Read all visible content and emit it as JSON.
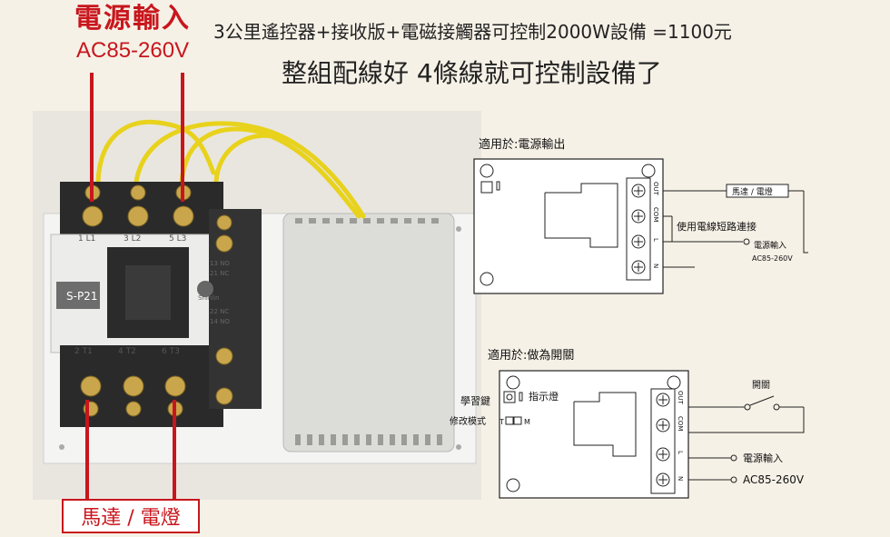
{
  "header": {
    "power_input": "電源輸入",
    "voltage": "AC85-260V",
    "product_line": "3公里遙控器+接收版+電磁接觸器可控制2000W設備 =1100元",
    "wiring_note": "整組配線好 4條線就可控制設備了"
  },
  "footer": {
    "motor_lamp": "馬達 / 電燈"
  },
  "contactor": {
    "model": "S-P21",
    "terminals_top": [
      "1 L1",
      "3 L2",
      "5 L3"
    ],
    "terminals_bottom": [
      "2 T1",
      "4 T2",
      "6 T3"
    ],
    "aux_top": [
      "13 NO",
      "21 NC"
    ],
    "aux_bottom": [
      "22 NC",
      "14 NO"
    ],
    "brand": "Shihlin"
  },
  "diagram1": {
    "title": "適用於:電源輸出",
    "terminals": [
      "OUT",
      "COM",
      "L",
      "N"
    ],
    "motor_label": "馬達 / 電燈",
    "short_note": "使用電線短路連接",
    "power_label": "電源輸入",
    "voltage": "AC85-260V"
  },
  "diagram2": {
    "title": "適用於:做為開關",
    "learn_key": "學習鍵",
    "indicator": "指示燈",
    "mode_label": "修改模式",
    "mode_t": "T",
    "mode_m": "M",
    "terminals": [
      "OUT",
      "COM",
      "L",
      "N"
    ],
    "switch_label": "開關",
    "power_label": "電源輸入",
    "voltage": "AC85-260V"
  },
  "colors": {
    "accent_red": "#c8161d",
    "wire_yellow": "#e8d21c",
    "background": "#f6f1e7"
  }
}
